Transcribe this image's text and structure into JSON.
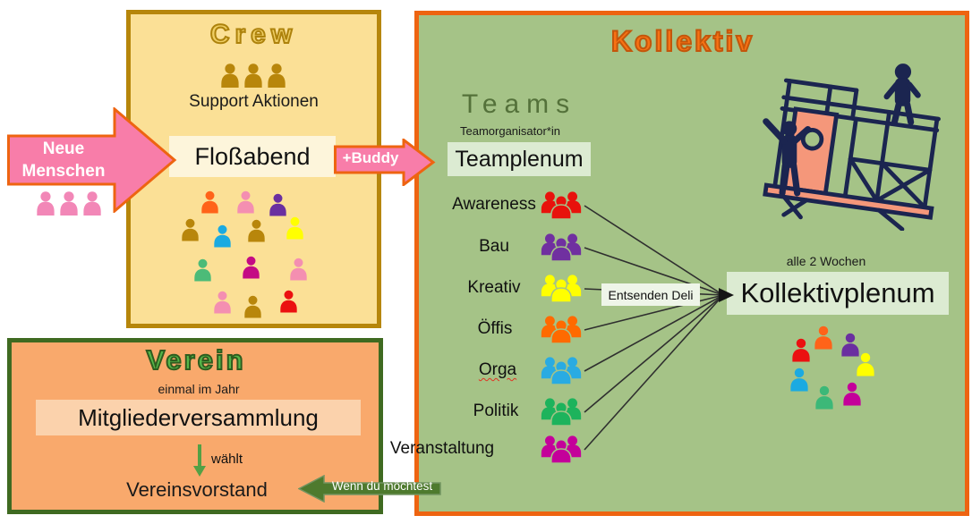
{
  "crew": {
    "title": "Crew",
    "subtitle": "Support Aktionen",
    "event": "Floßabend",
    "people_colors": [
      "#FF6319",
      "#F48FB1",
      "#6A2FA0",
      "#B8860B",
      "#1BAAE1",
      "#B8860B",
      "#FFFF00",
      "#4CBB78",
      "#C40A84",
      "#F48FB1",
      "#F48FB1",
      "#B8860B",
      "#EB1010"
    ]
  },
  "new_people": {
    "label": "Neue Menschen",
    "people_color": "#F287B7"
  },
  "arrows": {
    "buddy": "+Buddy",
    "wenn_du_moechtest": "Wenn du möchtest"
  },
  "kollektiv": {
    "title": "Kollektiv",
    "teams_heading": "Teams",
    "teamorganisator": "Teamorganisator*in",
    "teamplenum": "Teamplenum",
    "entsenden_deli": "Entsenden Deli",
    "plenum_schedule": "alle 2 Wochen",
    "kollektivplenum": "Kollektivplenum",
    "teams": [
      {
        "name": "Awareness",
        "color": "#E8120C"
      },
      {
        "name": "Bau",
        "color": "#7030A0"
      },
      {
        "name": "Kreativ",
        "color": "#FFFF00"
      },
      {
        "name": "Öffis",
        "color": "#FF6A00"
      },
      {
        "name": "Orga",
        "color": "#29ABE2"
      },
      {
        "name": "Politik",
        "color": "#1DB35C"
      },
      {
        "name": "Veranstaltung",
        "color": "#C4009A"
      }
    ],
    "plenum_people_colors": [
      "#FF6319",
      "#6A2FA0",
      "#FFFF00",
      "#C4009A",
      "#3CB878",
      "#1BAAE1",
      "#EB1010"
    ]
  },
  "verein": {
    "title": "Verein",
    "schedule": "einmal im Jahr",
    "assembly": "Mitgliederversammlung",
    "elects": "wählt",
    "board": "Vereinsvorstand"
  },
  "colors": {
    "crew_bg": "#FBE096",
    "crew_border": "#B6860B",
    "crew_icon": "#B8860B",
    "kollektiv_bg": "#A5C387",
    "kollektiv_border": "#EE6411",
    "light_green_box": "#DCEBD2",
    "verein_bg": "#F9A96C",
    "verein_border": "#3F6A21",
    "peach_box": "#FBD2AC",
    "cream_box": "#FDF5DB",
    "pink_arrow": "#F87DA9",
    "arrow_border": "#EE6411",
    "green_arrow": "#4E7A2E",
    "connector": "#2F2F2F",
    "raft_navy": "#1B2550",
    "raft_salmon": "#F5977A"
  },
  "icons": {
    "crew_people": "people-trio-icon",
    "new_people": "people-trio-icon",
    "team": "people-group-icon",
    "plenum_member": "person-icon"
  }
}
